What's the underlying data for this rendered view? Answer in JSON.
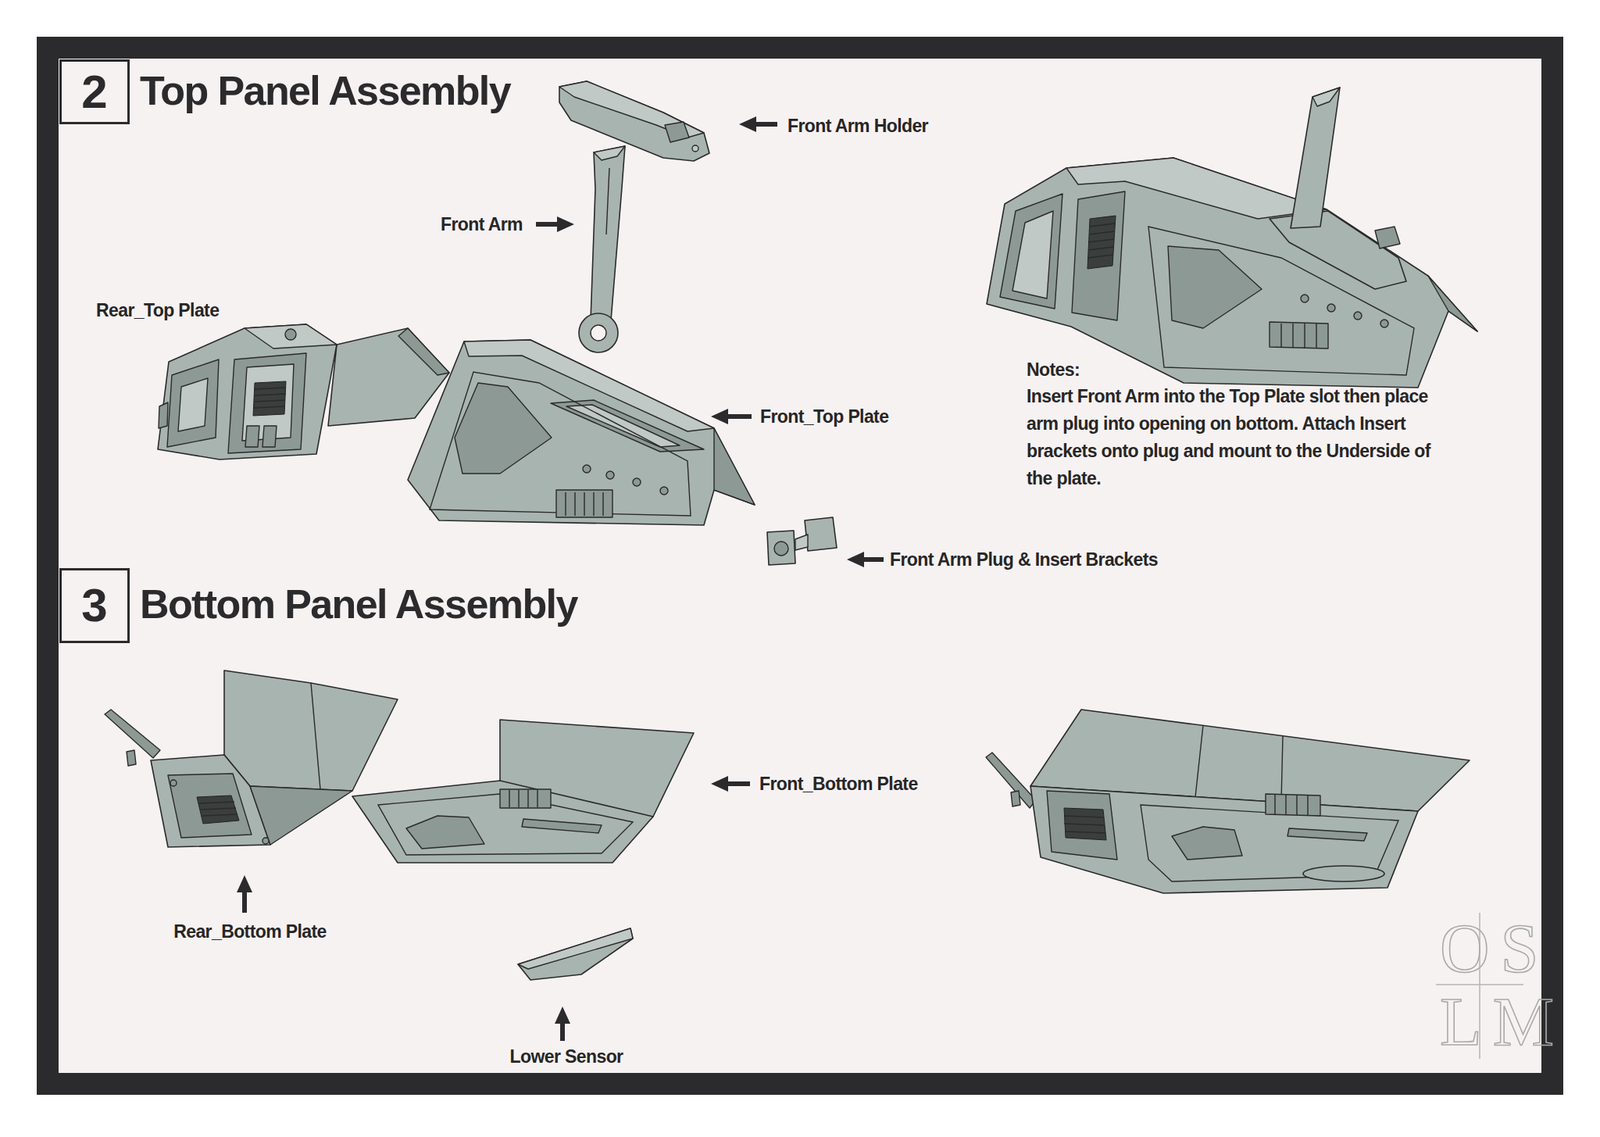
{
  "diagram": {
    "nodes": [
      {
        "text": [
          "2",
          "Top Panel Assembly"
        ]
      },
      {
        "text": [
          "3",
          "Bottom Panel Assembly"
        ]
      }
    ],
    "labels": [
      "Front Arm Holder",
      "Front Arm",
      "Rear_Top Plate",
      "Front_Top Plate",
      "Front Arm Plug & Insert Brackets",
      "Notes:",
      "Insert Front Arm into the Top Plate slot then place arm plug into opening on bottom. Attach Insert brackets onto plug and mount to the Underside of the plate.",
      "Front_Bottom Plate",
      "Rear_Bottom Plate",
      "Lower Sensor",
      "OS",
      "LM"
    ]
  }
}
